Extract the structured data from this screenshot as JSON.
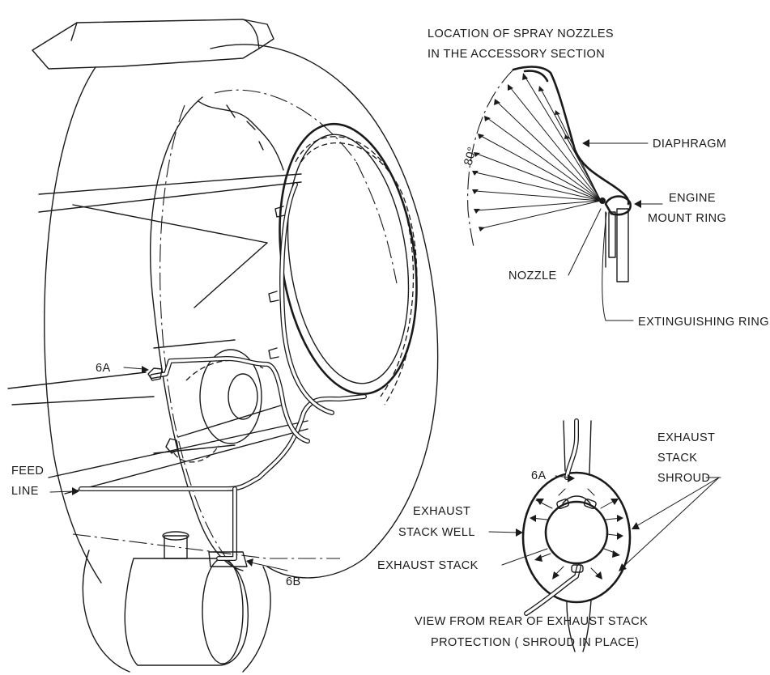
{
  "labels": {
    "spray_title_1": "LOCATION OF SPRAY NOZZLES",
    "spray_title_2": "IN THE ACCESSORY SECTION",
    "angle": "80°",
    "diaphragm": "DIAPHRAGM",
    "engine_mount_1": "ENGINE",
    "engine_mount_2": "MOUNT RING",
    "nozzle": "NOZZLE",
    "extinguishing_ring": "EXTINGUISHING RING",
    "ref_6a_main": "6A",
    "feed_1": "FEED",
    "feed_2": "LINE",
    "ref_6b": "6B",
    "ref_6a_detail": "6A",
    "shroud_1": "EXHAUST",
    "shroud_2": "STACK",
    "shroud_3": "SHROUD",
    "well_1": "EXHAUST",
    "well_2": "STACK WELL",
    "exhaust_stack": "EXHAUST STACK",
    "caption_1": "VIEW FROM REAR OF EXHAUST STACK",
    "caption_2": "PROTECTION ( SHROUD IN PLACE)"
  }
}
